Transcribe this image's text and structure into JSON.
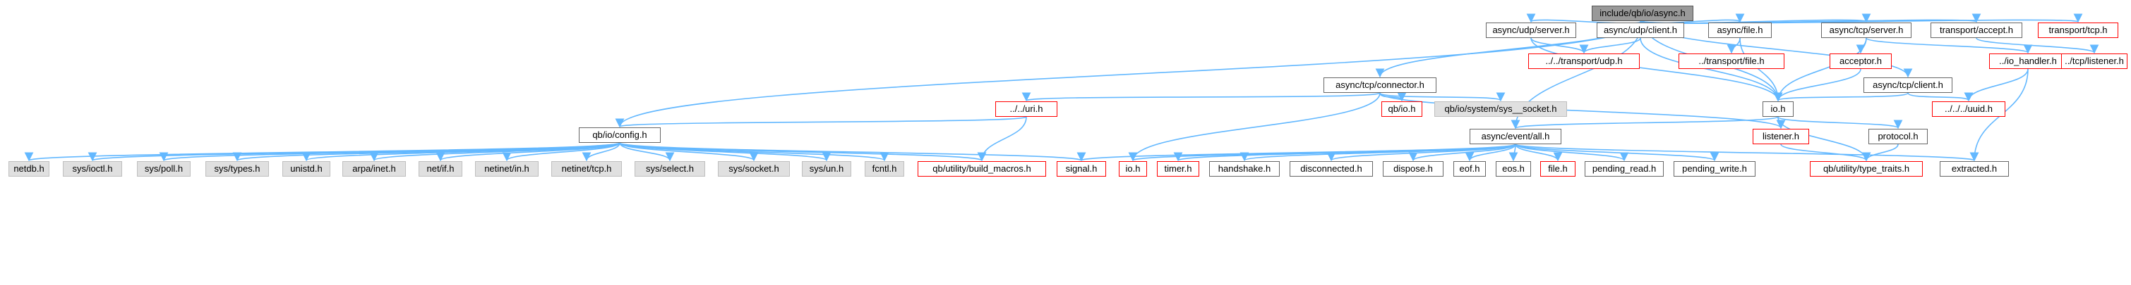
{
  "graph": {
    "colors": {
      "edge": "#63b8ff",
      "root_fill": "#999999",
      "sys_fill": "#e0e0e0",
      "missing_border": "#ff0000"
    },
    "nodes": [
      {
        "id": "root",
        "label": "include/qb/io/async.h",
        "kind": "root"
      },
      {
        "id": "udp_server",
        "label": "async/udp/server.h",
        "kind": "normal"
      },
      {
        "id": "udp_client",
        "label": "async/udp/client.h",
        "kind": "normal"
      },
      {
        "id": "file",
        "label": "async/file.h",
        "kind": "normal"
      },
      {
        "id": "tcp_server",
        "label": "async/tcp/server.h",
        "kind": "normal"
      },
      {
        "id": "accept",
        "label": "transport/accept.h",
        "kind": "normal"
      },
      {
        "id": "transport_tcp",
        "label": "transport/tcp.h",
        "kind": "missing"
      },
      {
        "id": "tcp_connector",
        "label": "async/tcp/connector.h",
        "kind": "normal"
      },
      {
        "id": "transport_udp",
        "label": "../../transport/udp.h",
        "kind": "missing"
      },
      {
        "id": "transport_file",
        "label": "../transport/file.h",
        "kind": "missing"
      },
      {
        "id": "acceptor",
        "label": "acceptor.h",
        "kind": "missing"
      },
      {
        "id": "io_handler",
        "label": "../io_handler.h",
        "kind": "missing"
      },
      {
        "id": "tcp_listener",
        "label": "../tcp/listener.h",
        "kind": "missing"
      },
      {
        "id": "tcp_client",
        "label": "async/tcp/client.h",
        "kind": "normal"
      },
      {
        "id": "uri",
        "label": "../../uri.h",
        "kind": "missing"
      },
      {
        "id": "qbio",
        "label": "qb/io.h",
        "kind": "missing"
      },
      {
        "id": "sys_socket_qb",
        "label": "qb/io/system/sys__socket.h",
        "kind": "sys"
      },
      {
        "id": "uuid",
        "label": "../../../uuid.h",
        "kind": "missing"
      },
      {
        "id": "io",
        "label": "io.h",
        "kind": "normal"
      },
      {
        "id": "config",
        "label": "qb/io/config.h",
        "kind": "normal"
      },
      {
        "id": "event_all",
        "label": "async/event/all.h",
        "kind": "normal"
      },
      {
        "id": "listener",
        "label": "listener.h",
        "kind": "missing"
      },
      {
        "id": "protocol",
        "label": "protocol.h",
        "kind": "normal"
      },
      {
        "id": "netdb",
        "label": "netdb.h",
        "kind": "sys"
      },
      {
        "id": "sys_ioctl",
        "label": "sys/ioctl.h",
        "kind": "sys"
      },
      {
        "id": "sys_poll",
        "label": "sys/poll.h",
        "kind": "sys"
      },
      {
        "id": "sys_types",
        "label": "sys/types.h",
        "kind": "sys"
      },
      {
        "id": "unistd",
        "label": "unistd.h",
        "kind": "sys"
      },
      {
        "id": "arpa_inet",
        "label": "arpa/inet.h",
        "kind": "sys"
      },
      {
        "id": "net_if",
        "label": "net/if.h",
        "kind": "sys"
      },
      {
        "id": "netinet_in",
        "label": "netinet/in.h",
        "kind": "sys"
      },
      {
        "id": "netinet_tcp",
        "label": "netinet/tcp.h",
        "kind": "sys"
      },
      {
        "id": "sys_select",
        "label": "sys/select.h",
        "kind": "sys"
      },
      {
        "id": "sys_socket",
        "label": "sys/socket.h",
        "kind": "sys"
      },
      {
        "id": "sys_un",
        "label": "sys/un.h",
        "kind": "sys"
      },
      {
        "id": "fcntl",
        "label": "fcntl.h",
        "kind": "sys"
      },
      {
        "id": "build_macros",
        "label": "qb/utility/build_macros.h",
        "kind": "missing"
      },
      {
        "id": "signal",
        "label": "signal.h",
        "kind": "missing"
      },
      {
        "id": "io_h",
        "label": "io.h",
        "kind": "missing"
      },
      {
        "id": "timer",
        "label": "timer.h",
        "kind": "missing"
      },
      {
        "id": "handshake",
        "label": "handshake.h",
        "kind": "normal"
      },
      {
        "id": "disconnected",
        "label": "disconnected.h",
        "kind": "normal"
      },
      {
        "id": "dispose",
        "label": "dispose.h",
        "kind": "normal"
      },
      {
        "id": "eof",
        "label": "eof.h",
        "kind": "normal"
      },
      {
        "id": "eos",
        "label": "eos.h",
        "kind": "normal"
      },
      {
        "id": "file_h",
        "label": "file.h",
        "kind": "missing"
      },
      {
        "id": "pending_read",
        "label": "pending_read.h",
        "kind": "normal"
      },
      {
        "id": "pending_write",
        "label": "pending_write.h",
        "kind": "normal"
      },
      {
        "id": "type_traits",
        "label": "qb/utility/type_traits.h",
        "kind": "missing"
      },
      {
        "id": "extracted",
        "label": "extracted.h",
        "kind": "normal"
      }
    ],
    "edges": [
      [
        "root",
        "udp_server"
      ],
      [
        "root",
        "udp_client"
      ],
      [
        "root",
        "file"
      ],
      [
        "root",
        "tcp_server"
      ],
      [
        "root",
        "accept"
      ],
      [
        "root",
        "transport_tcp"
      ],
      [
        "root",
        "tcp_connector"
      ],
      [
        "root",
        "config"
      ],
      [
        "root",
        "event_all"
      ],
      [
        "root",
        "io"
      ],
      [
        "root",
        "tcp_client"
      ],
      [
        "udp_server",
        "transport_udp"
      ],
      [
        "udp_server",
        "io"
      ],
      [
        "udp_client",
        "transport_udp"
      ],
      [
        "udp_client",
        "io"
      ],
      [
        "file",
        "transport_file"
      ],
      [
        "file",
        "io"
      ],
      [
        "tcp_server",
        "acceptor"
      ],
      [
        "tcp_server",
        "io_handler"
      ],
      [
        "tcp_server",
        "io"
      ],
      [
        "accept",
        "tcp_listener"
      ],
      [
        "acceptor",
        "io"
      ],
      [
        "io_handler",
        "uuid"
      ],
      [
        "io_handler",
        "extracted"
      ],
      [
        "tcp_client",
        "io"
      ],
      [
        "tcp_client",
        "uuid"
      ],
      [
        "tcp_connector",
        "uri"
      ],
      [
        "tcp_connector",
        "qbio"
      ],
      [
        "tcp_connector",
        "sys_socket_qb"
      ],
      [
        "tcp_connector",
        "io_h"
      ],
      [
        "tcp_connector",
        "listener"
      ],
      [
        "uri",
        "config"
      ],
      [
        "uri",
        "build_macros"
      ],
      [
        "io",
        "event_all"
      ],
      [
        "io",
        "listener"
      ],
      [
        "io",
        "protocol"
      ],
      [
        "io",
        "type_traits"
      ],
      [
        "listener",
        "type_traits"
      ],
      [
        "protocol",
        "type_traits"
      ],
      [
        "config",
        "netdb"
      ],
      [
        "config",
        "sys_ioctl"
      ],
      [
        "config",
        "sys_poll"
      ],
      [
        "config",
        "sys_types"
      ],
      [
        "config",
        "unistd"
      ],
      [
        "config",
        "arpa_inet"
      ],
      [
        "config",
        "net_if"
      ],
      [
        "config",
        "netinet_in"
      ],
      [
        "config",
        "netinet_tcp"
      ],
      [
        "config",
        "sys_select"
      ],
      [
        "config",
        "sys_socket"
      ],
      [
        "config",
        "sys_un"
      ],
      [
        "config",
        "fcntl"
      ],
      [
        "config",
        "build_macros"
      ],
      [
        "config",
        "signal"
      ],
      [
        "event_all",
        "signal"
      ],
      [
        "event_all",
        "io_h"
      ],
      [
        "event_all",
        "timer"
      ],
      [
        "event_all",
        "handshake"
      ],
      [
        "event_all",
        "disconnected"
      ],
      [
        "event_all",
        "dispose"
      ],
      [
        "event_all",
        "eof"
      ],
      [
        "event_all",
        "eos"
      ],
      [
        "event_all",
        "file_h"
      ],
      [
        "event_all",
        "pending_read"
      ],
      [
        "event_all",
        "pending_write"
      ],
      [
        "event_all",
        "extracted"
      ]
    ]
  }
}
